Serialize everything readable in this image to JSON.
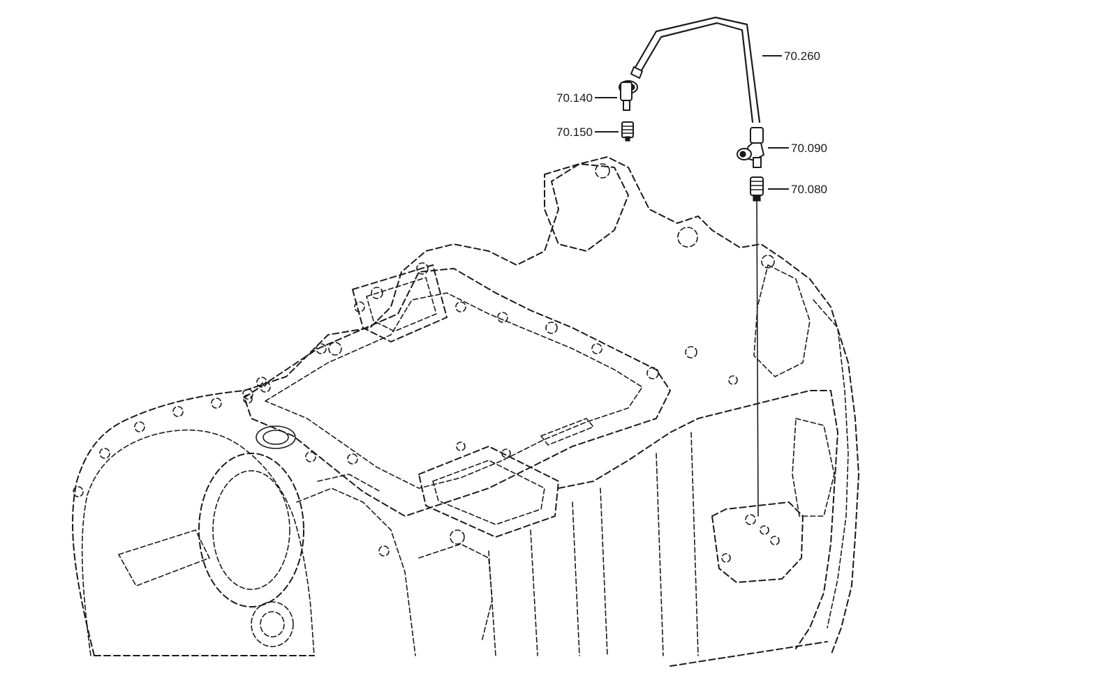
{
  "callouts": [
    {
      "id": "c1",
      "label": "70.260"
    },
    {
      "id": "c2",
      "label": "70.140"
    },
    {
      "id": "c3",
      "label": "70.150"
    },
    {
      "id": "c4",
      "label": "70.090"
    },
    {
      "id": "c5",
      "label": "70.080"
    }
  ],
  "colors": {
    "line": "#1a1a1a",
    "background": "#ffffff"
  }
}
